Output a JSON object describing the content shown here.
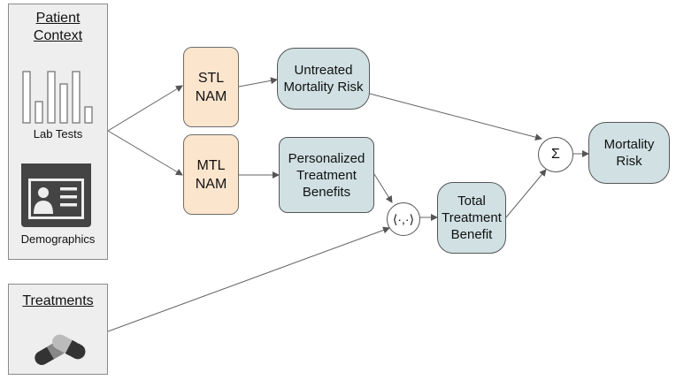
{
  "patient_context": {
    "title": "Patient\nContext",
    "lab_tests_label": "Lab Tests",
    "demographics_label": "Demographics"
  },
  "treatments": {
    "title": "Treatments"
  },
  "nodes": {
    "stl_nam": "STL\nNAM",
    "mtl_nam": "MTL\nNAM",
    "untreated_risk": "Untreated\nMortality Risk",
    "personalized_benefits": "Personalized\nTreatment\nBenefits",
    "inner_product": "⟨·,·⟩",
    "total_benefit": "Total\nTreatment\nBenefit",
    "sum": "Σ",
    "mortality_risk": "Mortality\nRisk"
  },
  "colors": {
    "nam_fill": "#fce5cd",
    "result_fill": "#d0e0e3",
    "panel_fill": "#eeeeee",
    "icon_dark": "#444444"
  }
}
